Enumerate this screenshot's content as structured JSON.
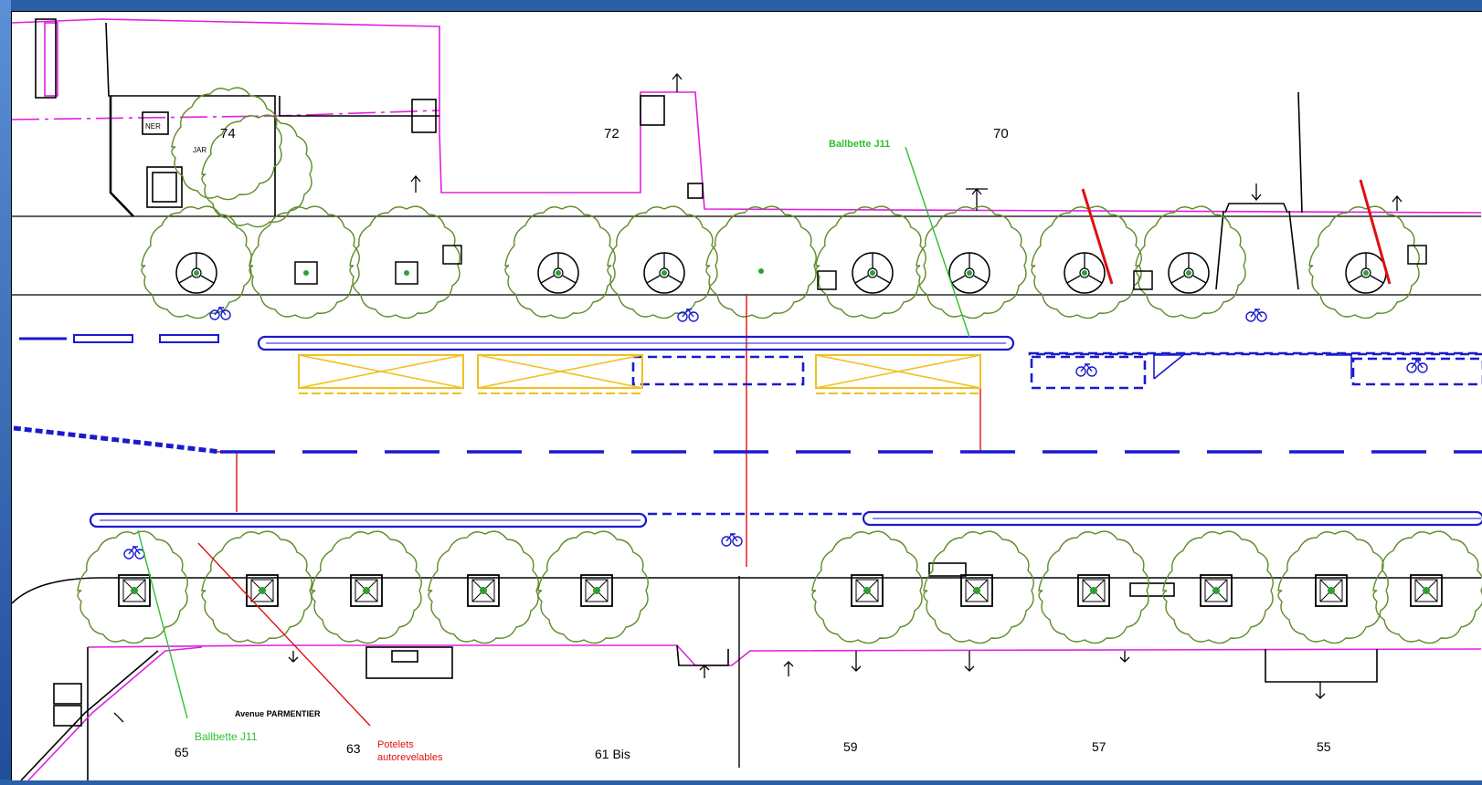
{
  "plan": {
    "street_name": "Avenue PARMENTIER",
    "house_numbers_top": [
      "74",
      "72",
      "70"
    ],
    "house_numbers_bottom": [
      "65",
      "63",
      "61 Bis",
      "59",
      "57",
      "55"
    ],
    "small_label_ner": "NER",
    "small_label_jar": "JAR",
    "label_ballbette_top": "Ballbette J11",
    "label_ballbette_bottom": "Ballbette J11",
    "label_potelets_line1": "Potelets",
    "label_potelets_line2": "autorevelables"
  },
  "colors": {
    "tree": "#5f8c2a",
    "building_outline": "#e020e0",
    "lane_blue": "#1a1ad0",
    "parking_yellow": "#f0c020",
    "annotation_red": "#e01010",
    "annotation_green": "#30c030",
    "ink": "#000000"
  }
}
